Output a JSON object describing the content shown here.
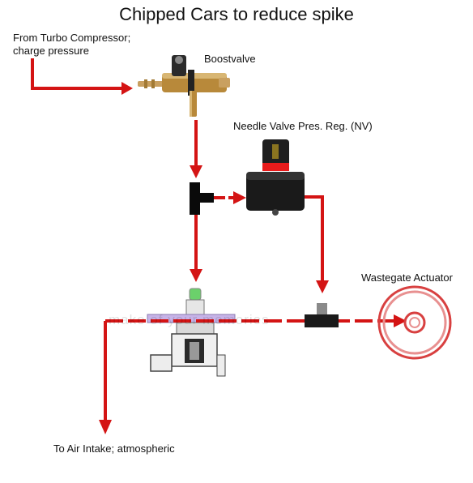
{
  "title": "Chipped Cars to reduce spike",
  "labels": {
    "source_line1": "From Turbo Compressor;",
    "source_line2": "charge pressure",
    "boostvalve": "Boostvalve",
    "needle_valve": "Needle Valve Pres. Reg. (NV)",
    "wastegate": "Wastegate Actuator",
    "air_intake": "To Air Intake; atmospheric"
  },
  "watermark": "make of your memories",
  "colors": {
    "line": "#d41414",
    "valve_body": "#2a2a2a",
    "brass": "#b8893a",
    "nv_knob_band": "#e81b1b",
    "actuator": "#d84040"
  }
}
